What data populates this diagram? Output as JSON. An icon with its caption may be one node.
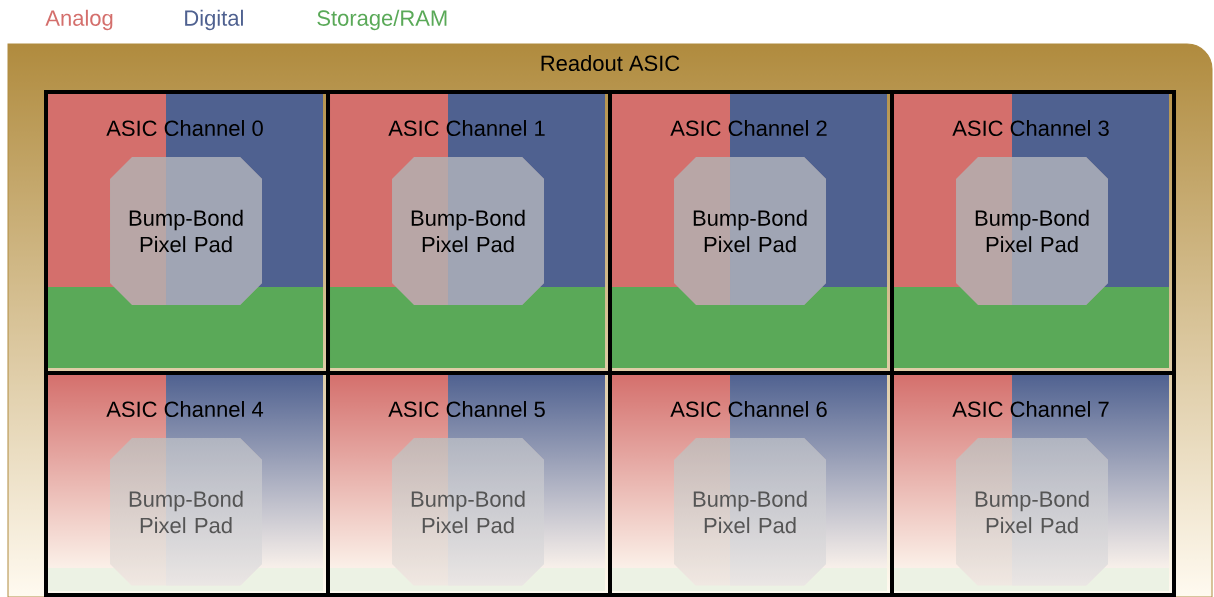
{
  "diagram": {
    "nodes": [
      {
        "text": [
          "Readout ASIC"
        ]
      },
      {
        "text": [
          "ASIC Channel 0"
        ],
        "in": 0
      },
      {
        "text": [
          "Bump-Bond Pixel Pad"
        ],
        "in": 1
      },
      {
        "text": [
          "ASIC Channel 1"
        ],
        "in": 0
      },
      {
        "text": [
          "Bump-Bond Pixel Pad"
        ],
        "in": 3
      },
      {
        "text": [
          "ASIC Channel 2"
        ],
        "in": 0
      },
      {
        "text": [
          "Bump-Bond Pixel Pad"
        ],
        "in": 5
      },
      {
        "text": [
          "ASIC Channel 3"
        ],
        "in": 0
      },
      {
        "text": [
          "Bump-Bond Pixel Pad"
        ],
        "in": 7
      },
      {
        "text": [
          "ASIC Channel 4"
        ],
        "in": 0
      },
      {
        "text": [
          "Bump-Bond Pixel Pad"
        ],
        "in": 9
      },
      {
        "text": [
          "ASIC Channel 5"
        ],
        "in": 0
      },
      {
        "text": [
          "Bump-Bond Pixel Pad"
        ],
        "in": 11
      },
      {
        "text": [
          "ASIC Channel 6"
        ],
        "in": 0
      },
      {
        "text": [
          "Bump-Bond Pixel Pad"
        ],
        "in": 13
      },
      {
        "text": [
          "ASIC Channel 7"
        ],
        "in": 0
      },
      {
        "text": [
          "Bump-Bond Pixel Pad"
        ],
        "in": 15
      }
    ],
    "legend": [
      {
        "text": "Analog",
        "color": "#d46f6c"
      },
      {
        "text": "Digital",
        "color": "#4f6190"
      },
      {
        "text": "Storage/RAM",
        "color": "#5aa958"
      }
    ]
  }
}
